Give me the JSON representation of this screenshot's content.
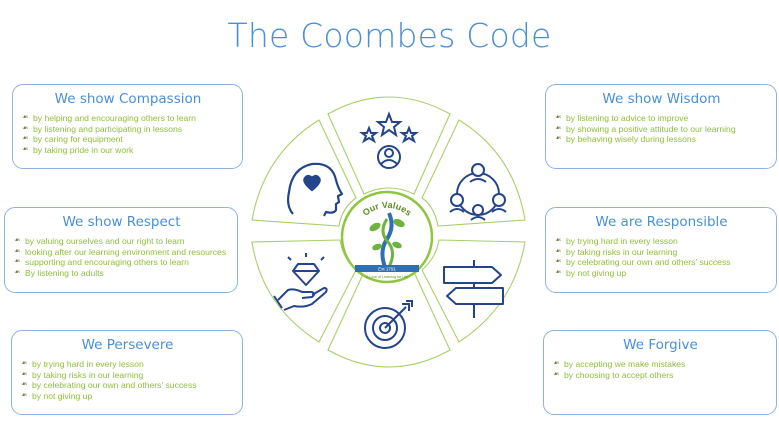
{
  "title": "The Coombes Code",
  "colors": {
    "title": "#4a8fd6",
    "card_border": "#8db3e2",
    "bullet_text": "#8fbf3a",
    "wheel_stroke": "#a9cf6a",
    "icon": "#24458a"
  },
  "logo": {
    "arc_text": "Our Values",
    "band_text": "Est 1791",
    "motto": "A Love of Learning for Life"
  },
  "wheel_icons": [
    "stars-person-icon",
    "community-circle-icon",
    "signpost-icon",
    "target-arrow-icon",
    "diamond-hand-icon",
    "head-heart-icon"
  ],
  "cards": {
    "compassion": {
      "heading": "We show Compassion",
      "items": [
        "by helping and encouraging others to learn",
        "by listening and participating in lessons",
        "by caring for equipment",
        "by taking pride in our work"
      ]
    },
    "respect": {
      "heading": "We show Respect",
      "items": [
        "by valuing ourselves and our right to learn",
        "looking after our learning environment and resources",
        "supporting and encouraging others to learn",
        "By listening to adults"
      ]
    },
    "persevere": {
      "heading": "We Persevere",
      "items": [
        "by trying hard in every lesson",
        "by taking risks in our learning",
        "by celebrating our own and others' success",
        "by not giving up"
      ]
    },
    "wisdom": {
      "heading": "We show Wisdom",
      "items": [
        "by listening to advice to improve",
        "by showing a positive attitude to our learning",
        "by behaving wisely during lessons"
      ]
    },
    "responsible": {
      "heading": "We are Responsible",
      "items": [
        "by trying hard in every lesson",
        "by taking risks in our learning",
        "by celebrating our own and others' success",
        "by not giving up"
      ]
    },
    "forgive": {
      "heading": "We Forgive",
      "items": [
        "by accepting we make mistakes",
        "by choosing to accept others"
      ]
    }
  }
}
